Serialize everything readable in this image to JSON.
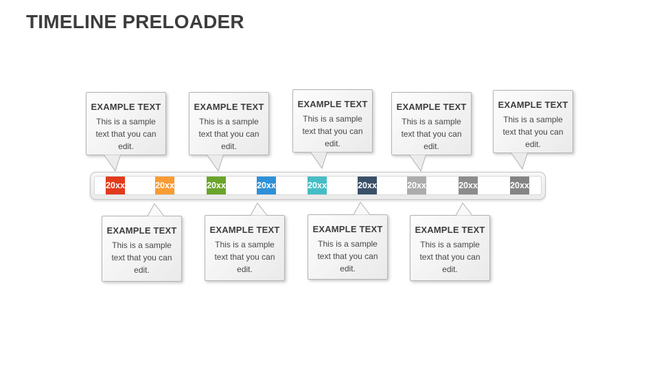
{
  "title": "TIMELINE PRELOADER",
  "colors": {
    "title_text": "#3d3d3d",
    "body_text": "#474747",
    "marker_text": "#ffffff"
  },
  "timeline": {
    "markers": [
      {
        "label": "20xx",
        "color": "#e23a1c"
      },
      {
        "label": "20xx",
        "color": "#f89b33"
      },
      {
        "label": "20xx",
        "color": "#6ba42b"
      },
      {
        "label": "20xx",
        "color": "#2e90d8"
      },
      {
        "label": "20xx",
        "color": "#46bdc5"
      },
      {
        "label": "20xx",
        "color": "#3a5068"
      },
      {
        "label": "20xx",
        "color": "#acacac"
      },
      {
        "label": "20xx",
        "color": "#8c8c8c"
      },
      {
        "label": "20xx",
        "color": "#848484"
      }
    ]
  },
  "callouts_top": [
    {
      "title": "EXAMPLE TEXT",
      "body": "This is a sample text that you can edit."
    },
    {
      "title": "EXAMPLE TEXT",
      "body": "This is a sample text that you can edit."
    },
    {
      "title": "EXAMPLE TEXT",
      "body": "This is a sample text that you can edit."
    },
    {
      "title": "EXAMPLE TEXT",
      "body": "This is a sample text that you can edit."
    },
    {
      "title": "EXAMPLE TEXT",
      "body": "This is a sample text that you can edit."
    }
  ],
  "callouts_bottom": [
    {
      "title": "EXAMPLE TEXT",
      "body": "This is a sample text that you can edit."
    },
    {
      "title": "EXAMPLE TEXT",
      "body": "This is a sample text that you can edit."
    },
    {
      "title": "EXAMPLE TEXT",
      "body": "This is a sample text that you can edit."
    },
    {
      "title": "EXAMPLE TEXT",
      "body": "This is a sample text that you can edit."
    }
  ]
}
